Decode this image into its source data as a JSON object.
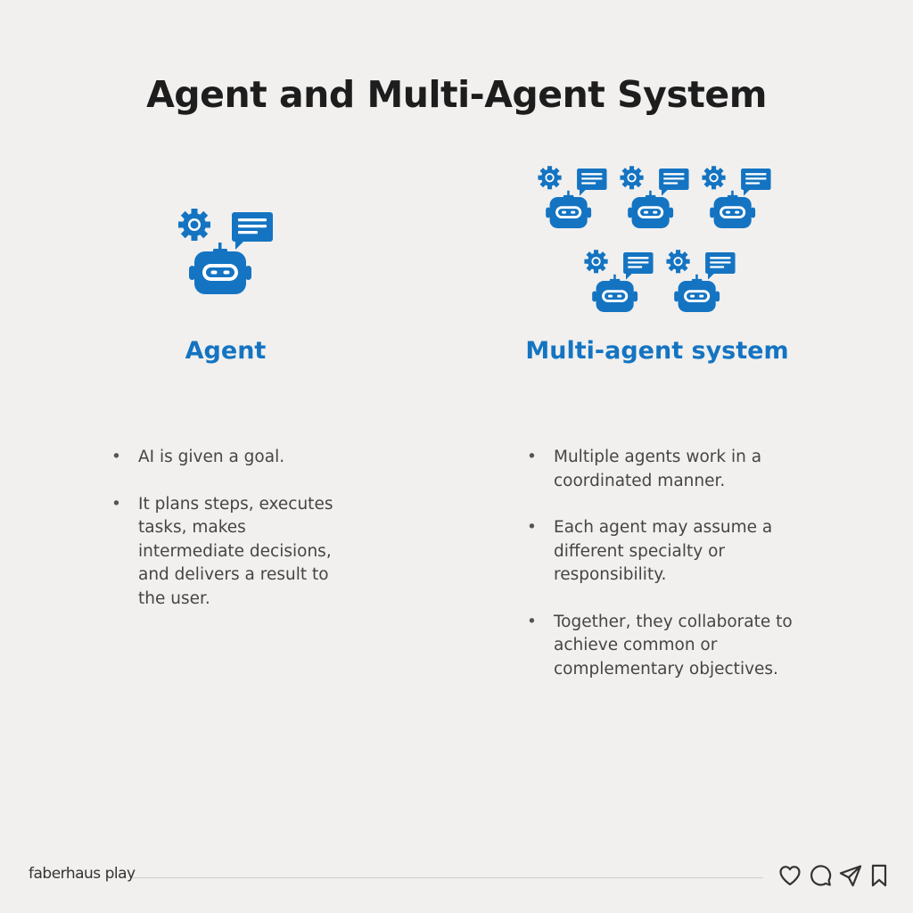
{
  "title": "Agent and Multi-Agent System",
  "agent": {
    "heading": "Agent",
    "bullets": [
      "AI is given a goal.",
      "It plans steps, executes tasks, makes intermediate decisions, and delivers a result to the user."
    ]
  },
  "multi_agent": {
    "heading": "Multi-agent system",
    "bullets": [
      "Multiple agents work in a coordinated manner.",
      "Each agent may assume a different specialty or responsibility.",
      "Together, they collaborate to achieve common or complementary objectives."
    ]
  },
  "footer": {
    "brand": "faberhaus play",
    "actions": [
      "heart-icon",
      "comment-icon",
      "send-icon",
      "bookmark-icon"
    ]
  },
  "colors": {
    "accent": "#1474c2",
    "title": "#1d1d1d",
    "text": "#454545",
    "background": "#f1f0ee"
  },
  "icons": {
    "robot": "robot-icon",
    "gear": "gear-icon",
    "speech": "speech-bubble-icon"
  }
}
